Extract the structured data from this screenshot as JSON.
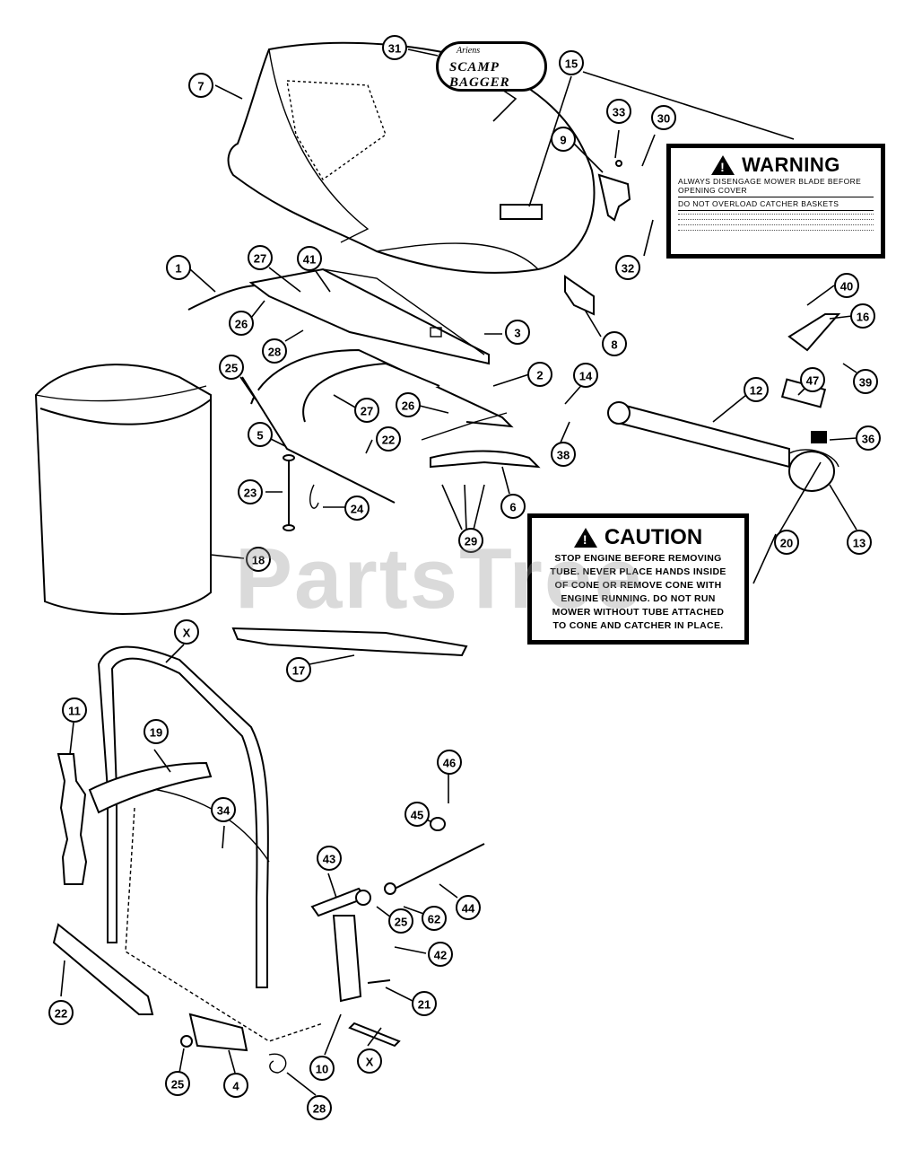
{
  "watermark": "PartsTree",
  "badge": {
    "line1": "Ariens",
    "line2": "SCAMP BAGGER"
  },
  "warning_label": {
    "title": "WARNING",
    "icon": "warning-triangle-icon",
    "line1": "ALWAYS DISENGAGE MOWER BLADE BEFORE",
    "line2": "OPENING COVER",
    "line3": "DO NOT OVERLOAD CATCHER BASKETS"
  },
  "caution_label": {
    "title": "CAUTION",
    "icon": "warning-triangle-icon",
    "lines": [
      "STOP ENGINE BEFORE REMOVING",
      "TUBE. NEVER PLACE HANDS INSIDE",
      "OF CONE OR REMOVE CONE WITH",
      "ENGINE RUNNING. DO NOT RUN",
      "MOWER WITHOUT TUBE ATTACHED",
      "TO CONE AND CATCHER IN PLACE."
    ]
  },
  "callouts": [
    "31",
    "15",
    "7",
    "33",
    "30",
    "9",
    "32",
    "1",
    "27",
    "41",
    "3",
    "26",
    "28",
    "8",
    "40",
    "16",
    "39",
    "25",
    "27",
    "2",
    "26",
    "14",
    "12",
    "47",
    "22",
    "5",
    "38",
    "36",
    "23",
    "24",
    "6",
    "29",
    "13",
    "20",
    "18",
    "X",
    "17",
    "11",
    "19",
    "46",
    "45",
    "34",
    "43",
    "44",
    "25",
    "62",
    "42",
    "21",
    "22",
    "10",
    "X",
    "4",
    "25",
    "28"
  ]
}
